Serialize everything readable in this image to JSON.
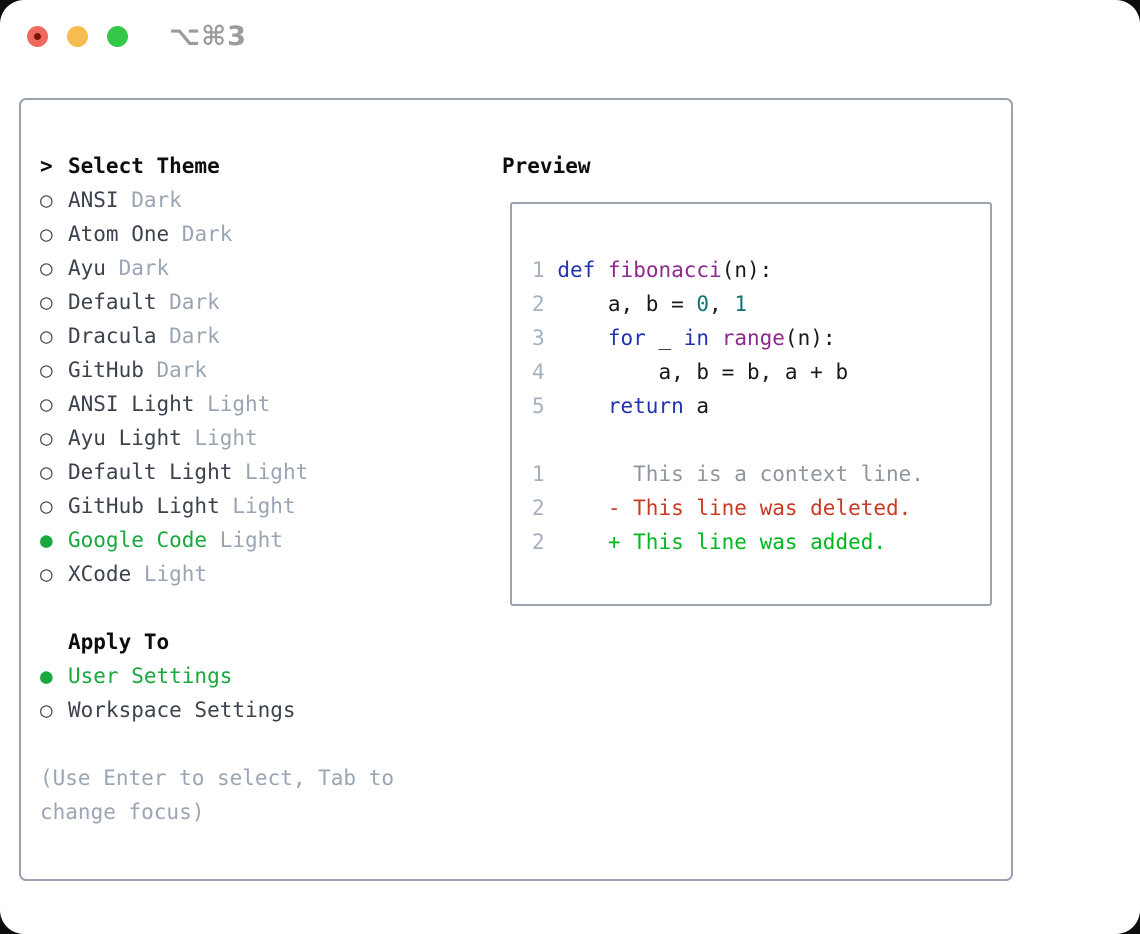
{
  "window": {
    "title_shortcut": "⌥⌘3"
  },
  "colors": {
    "accent": "#18a83d",
    "muted": "#9aa5b4",
    "dark": "#3c424e",
    "header": "#0b0d10",
    "border": "#9aa3af",
    "title": "#9c9c9c",
    "kw": "#2033b0",
    "fn": "#8e2a8e",
    "nm": "#0e7575",
    "pl": "#16181d",
    "ln": "#a5b0bf",
    "ctx": "#8f959d",
    "del": "#c83b22",
    "add": "#00b71d",
    "red": "#ee6a5e",
    "red-inner": "#7d120b",
    "yellow": "#f6bd4e",
    "green": "#34c84a"
  },
  "icons": {
    "radio_unselected": "○",
    "radio_selected": "●"
  },
  "select_theme": {
    "cursor": ">",
    "title": "Select Theme"
  },
  "themes": [
    {
      "name": "ANSI",
      "variant": "Dark",
      "selected": false
    },
    {
      "name": "Atom One",
      "variant": "Dark",
      "selected": false
    },
    {
      "name": "Ayu",
      "variant": "Dark",
      "selected": false
    },
    {
      "name": "Default",
      "variant": "Dark",
      "selected": false
    },
    {
      "name": "Dracula",
      "variant": "Dark",
      "selected": false
    },
    {
      "name": "GitHub",
      "variant": "Dark",
      "selected": false
    },
    {
      "name": "ANSI Light",
      "variant": "Light",
      "selected": false
    },
    {
      "name": "Ayu Light",
      "variant": "Light",
      "selected": false
    },
    {
      "name": "Default Light",
      "variant": "Light",
      "selected": false
    },
    {
      "name": "GitHub Light",
      "variant": "Light",
      "selected": false
    },
    {
      "name": "Google Code",
      "variant": "Light",
      "selected": true
    },
    {
      "name": "XCode",
      "variant": "Light",
      "selected": false
    }
  ],
  "apply_to": {
    "title": "Apply To",
    "options": [
      {
        "label": "User Settings",
        "selected": true
      },
      {
        "label": "Workspace Settings",
        "selected": false
      }
    ]
  },
  "hint": "(Use Enter to select, Tab to change focus)",
  "preview": {
    "title": "Preview",
    "lines": [
      [
        {
          "t": "1",
          "c": "ln"
        },
        {
          "t": " ",
          "c": "pl"
        },
        {
          "t": "def",
          "c": "kw"
        },
        {
          "t": " ",
          "c": "pl"
        },
        {
          "t": "fibonacci",
          "c": "fn"
        },
        {
          "t": "(n):",
          "c": "pl"
        }
      ],
      [
        {
          "t": "2",
          "c": "ln"
        },
        {
          "t": "     a, b = ",
          "c": "pl"
        },
        {
          "t": "0",
          "c": "nm"
        },
        {
          "t": ", ",
          "c": "pl"
        },
        {
          "t": "1",
          "c": "nm"
        }
      ],
      [
        {
          "t": "3",
          "c": "ln"
        },
        {
          "t": "     ",
          "c": "pl"
        },
        {
          "t": "for",
          "c": "kw"
        },
        {
          "t": " _ ",
          "c": "pl"
        },
        {
          "t": "in",
          "c": "kw"
        },
        {
          "t": " ",
          "c": "pl"
        },
        {
          "t": "range",
          "c": "fn"
        },
        {
          "t": "(n):",
          "c": "pl"
        }
      ],
      [
        {
          "t": "4",
          "c": "ln"
        },
        {
          "t": "         a, b = b, a + b",
          "c": "pl"
        }
      ],
      [
        {
          "t": "5",
          "c": "ln"
        },
        {
          "t": "     ",
          "c": "pl"
        },
        {
          "t": "return",
          "c": "kw"
        },
        {
          "t": " a",
          "c": "pl"
        }
      ],
      [],
      [
        {
          "t": "1",
          "c": "ln"
        },
        {
          "t": "       This is a context line.",
          "c": "ctx"
        }
      ],
      [
        {
          "t": "2",
          "c": "ln"
        },
        {
          "t": "     - This line was deleted.",
          "c": "del"
        }
      ],
      [
        {
          "t": "2",
          "c": "ln"
        },
        {
          "t": "     + This line was added.",
          "c": "add"
        }
      ]
    ]
  }
}
